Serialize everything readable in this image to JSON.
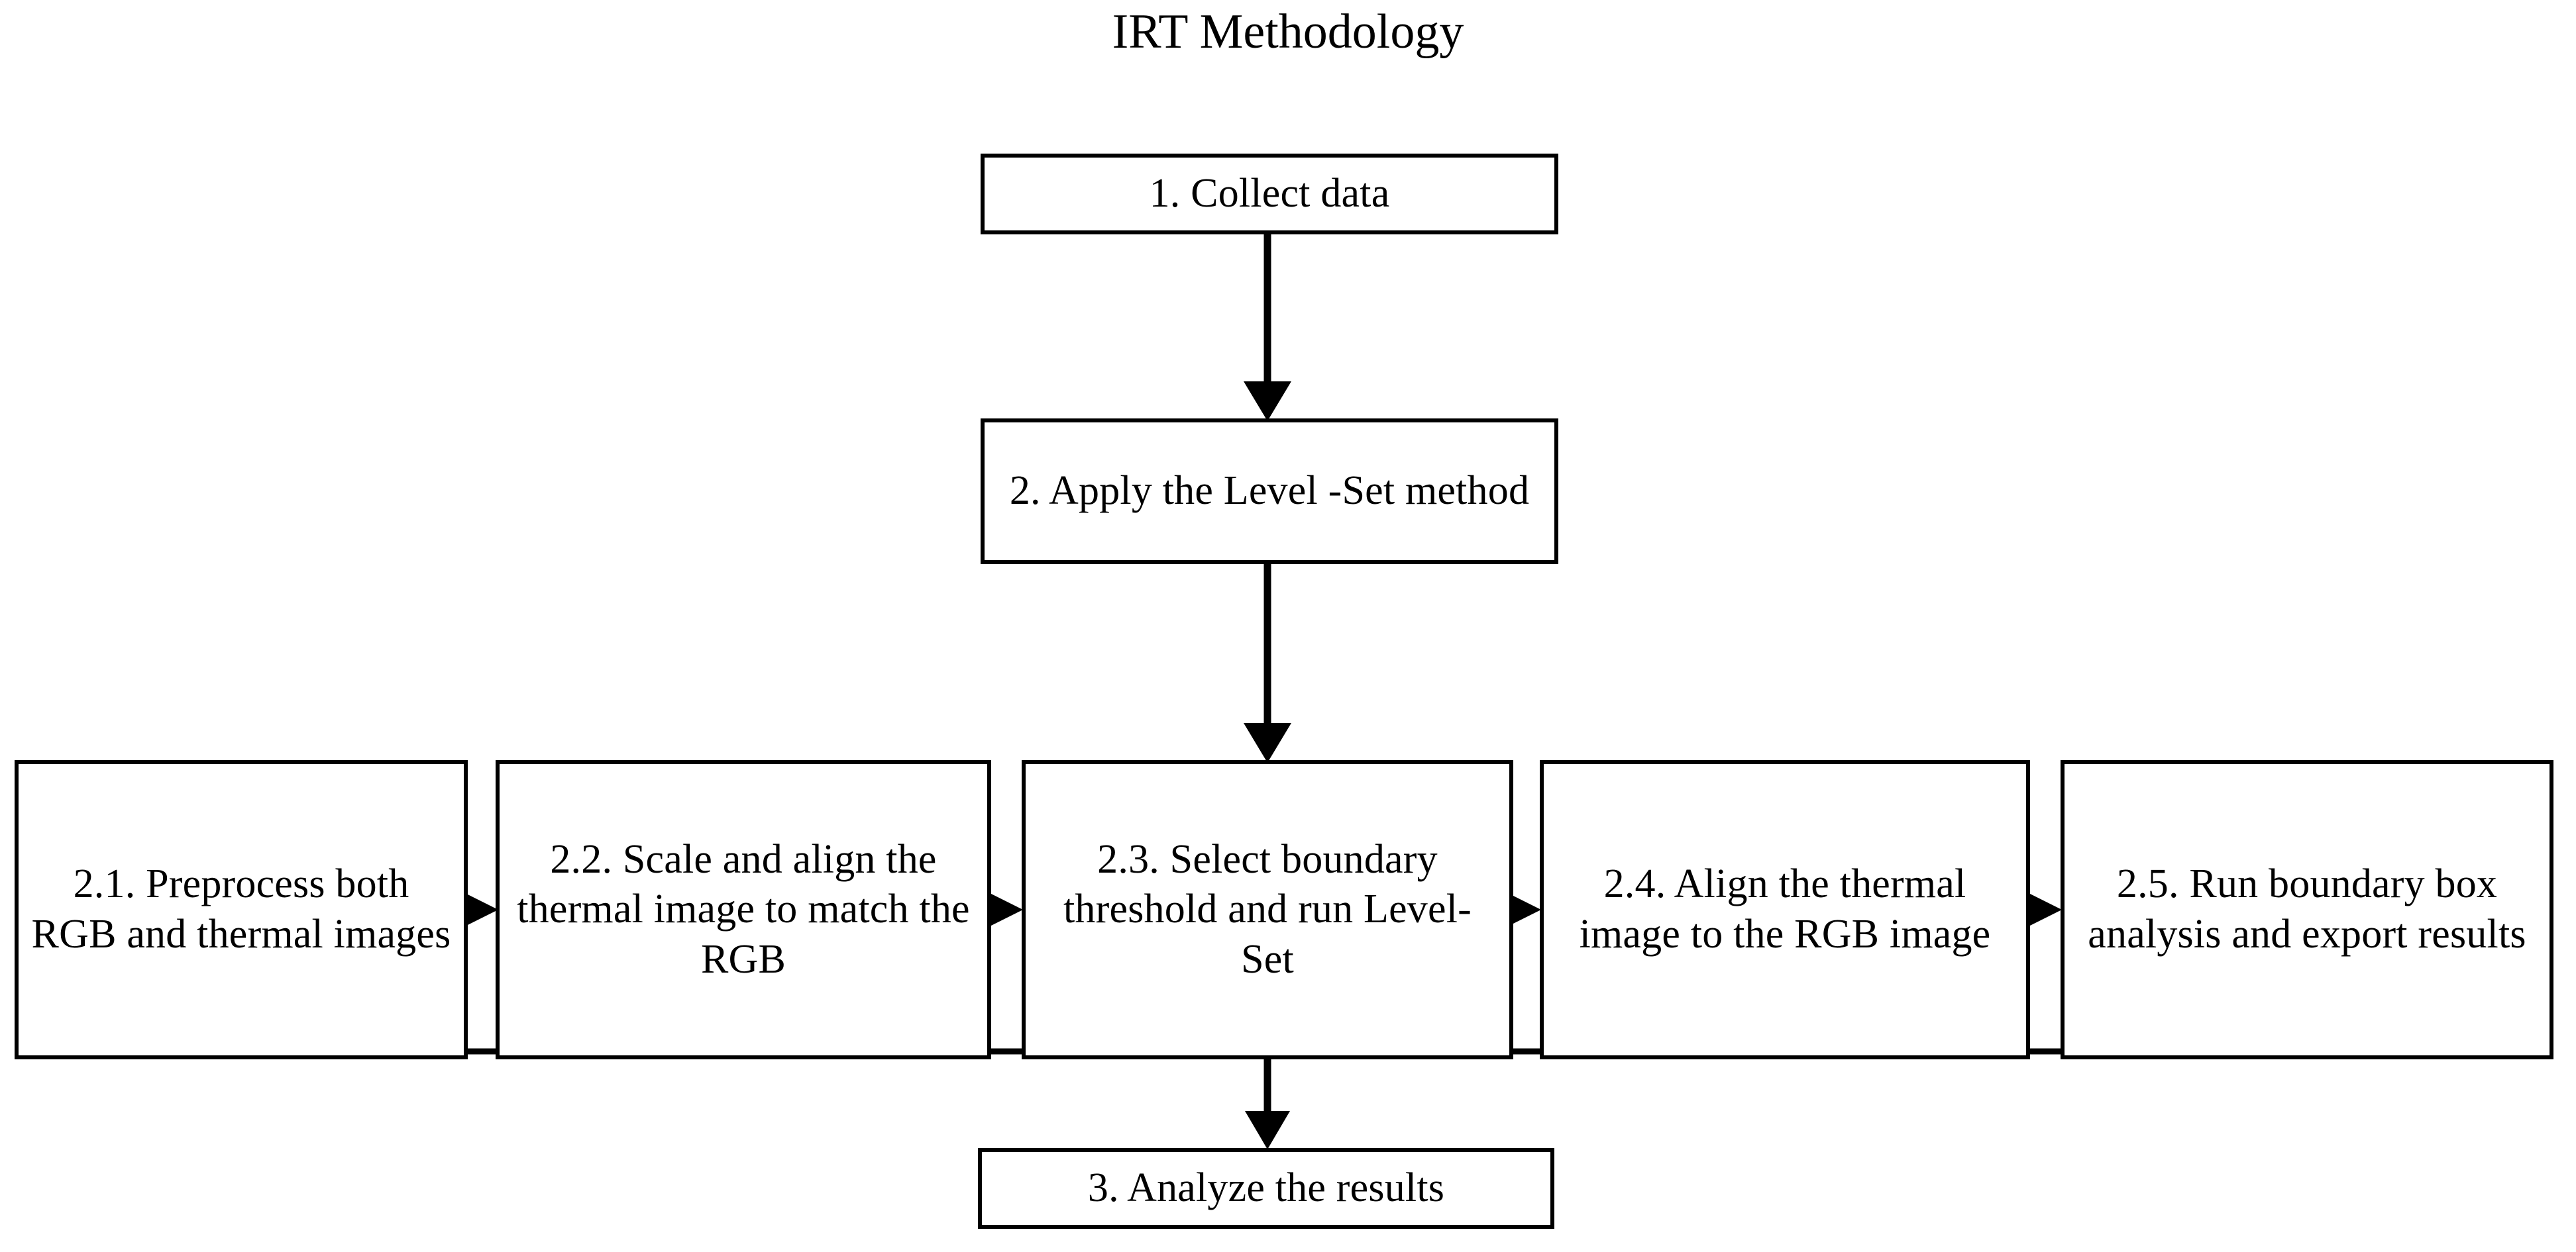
{
  "title": "IRT Methodology",
  "diagram": {
    "type": "flowchart",
    "orientation": "top-to-bottom",
    "line_color": "#000000",
    "box_fill": "#ffffff",
    "box_border_color": "#000000",
    "nodes": [
      {
        "id": "collect",
        "label": "1. Collect data"
      },
      {
        "id": "levelset",
        "label": "2. Apply the Level -Set method"
      },
      {
        "id": "preprocess",
        "label": "2.1. Preprocess both RGB and thermal images"
      },
      {
        "id": "scale_align",
        "label": "2.2. Scale and align the thermal image to match the RGB"
      },
      {
        "id": "threshold",
        "label": "2.3. Select boundary threshold and run Level-Set"
      },
      {
        "id": "align_rgb",
        "label": "2.4. Align the thermal image to the RGB image"
      },
      {
        "id": "boundary_box",
        "label": "2.5. Run boundary box analysis and export results"
      },
      {
        "id": "analyze",
        "label": "3. Analyze the results"
      }
    ],
    "edges": [
      {
        "from": "collect",
        "to": "levelset",
        "direction": "down",
        "arrow": true
      },
      {
        "from": "levelset",
        "to": "threshold",
        "direction": "down",
        "arrow": true
      },
      {
        "from": "preprocess",
        "to": "scale_align",
        "direction": "right",
        "arrow": true
      },
      {
        "from": "scale_align",
        "to": "threshold",
        "direction": "right",
        "arrow": true
      },
      {
        "from": "threshold",
        "to": "align_rgb",
        "direction": "right",
        "arrow": true
      },
      {
        "from": "align_rgb",
        "to": "boundary_box",
        "direction": "right",
        "arrow": true
      },
      {
        "from": "preprocess",
        "to": "bus",
        "direction": "down",
        "arrow": false
      },
      {
        "from": "scale_align",
        "to": "bus",
        "direction": "down",
        "arrow": false
      },
      {
        "from": "threshold",
        "to": "bus",
        "direction": "down",
        "arrow": false
      },
      {
        "from": "align_rgb",
        "to": "bus",
        "direction": "down",
        "arrow": false
      },
      {
        "from": "boundary_box",
        "to": "bus",
        "direction": "down",
        "arrow": false
      },
      {
        "from": "bus",
        "to": "analyze",
        "direction": "down",
        "arrow": true
      }
    ]
  }
}
